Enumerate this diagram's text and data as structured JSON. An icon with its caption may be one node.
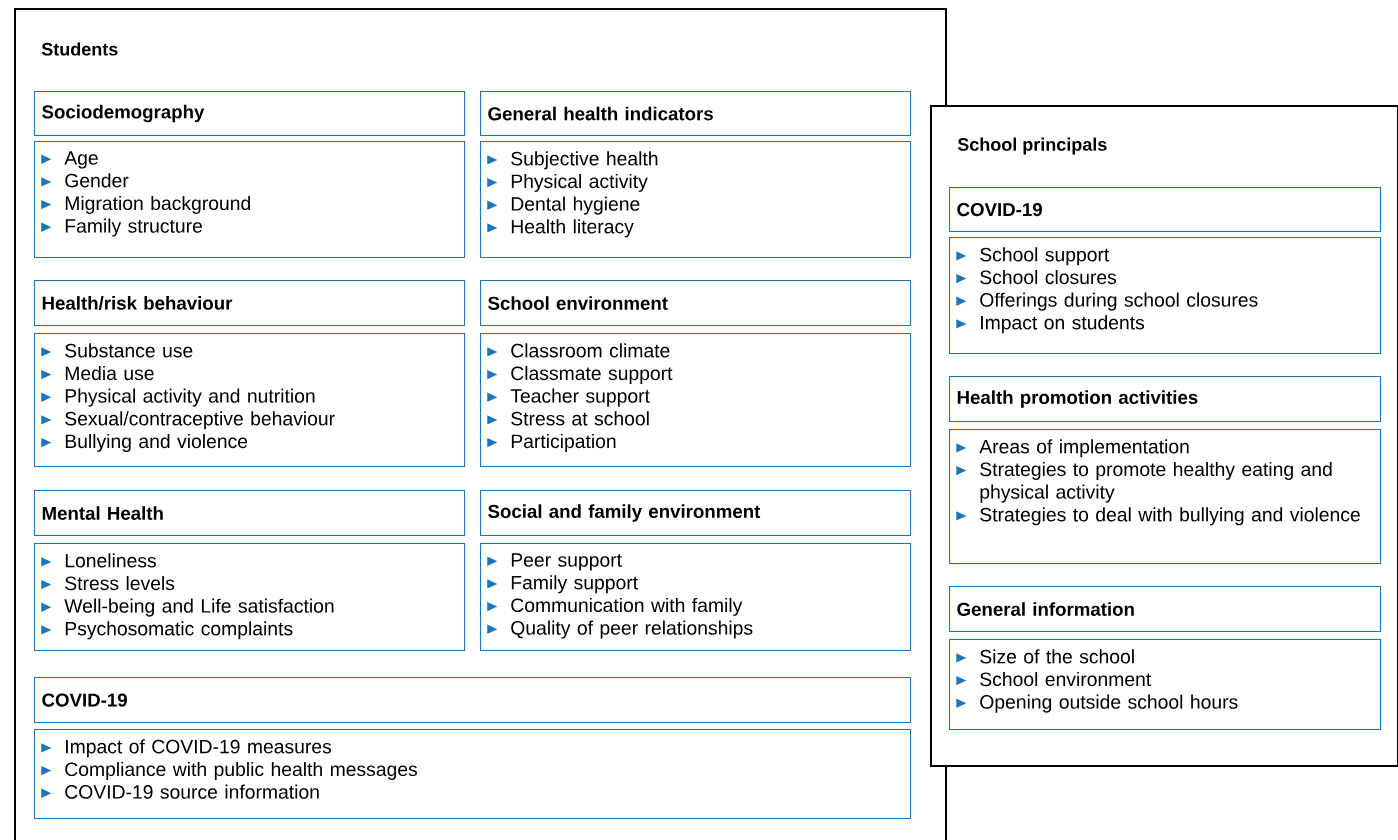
{
  "diagram": {
    "nodes": [
      {
        "text": [
          "Students"
        ]
      },
      {
        "text": [
          "Sociodemography"
        ],
        "in": 0
      },
      {
        "text": [
          "Age",
          "Gender",
          "Migration background",
          "Family structure"
        ],
        "in": 0
      },
      {
        "text": [
          "General health indicators"
        ],
        "in": 0
      },
      {
        "text": [
          "Subjective health",
          "Physical activity",
          "Dental hygiene",
          "Health literacy"
        ],
        "in": 0
      },
      {
        "text": [
          "Health/risk behaviour"
        ],
        "in": 0
      },
      {
        "text": [
          "Substance use",
          "Media use",
          "Physical activity and nutrition",
          "Sexual/contraceptive behaviour",
          "Bullying and violence"
        ],
        "in": 0
      },
      {
        "text": [
          "School environment"
        ],
        "in": 0
      },
      {
        "text": [
          "Classroom climate",
          "Classmate support",
          "Teacher support",
          "Stress at school",
          "Participation"
        ],
        "in": 0
      },
      {
        "text": [
          "Mental Health"
        ],
        "in": 0
      },
      {
        "text": [
          "Loneliness",
          "Stress levels",
          "Well-being and Life satisfaction",
          "Psychosomatic complaints"
        ],
        "in": 0
      },
      {
        "text": [
          "Social and family environment"
        ],
        "in": 0
      },
      {
        "text": [
          "Peer support",
          "Family support",
          "Communication with family",
          "Quality of peer relationships"
        ],
        "in": 0
      },
      {
        "text": [
          "COVID-19"
        ],
        "in": 0
      },
      {
        "text": [
          "Impact of COVID-19 measures",
          "Compliance with public health messages",
          "COVID-19 source information"
        ],
        "in": 0
      },
      {
        "text": [
          "School principals"
        ]
      },
      {
        "text": [
          "COVID-19"
        ],
        "in": 15
      },
      {
        "text": [
          "School support",
          "School closures",
          "Offerings during school closures",
          "Impact on students"
        ],
        "in": 15
      },
      {
        "text": [
          "Health promotion activities"
        ],
        "in": 15
      },
      {
        "text": [
          "Areas of implementation",
          "Strategies to promote healthy eating and physical activity",
          "Strategies to deal with bullying and violence"
        ],
        "in": 15
      },
      {
        "text": [
          "General information"
        ],
        "in": 15
      },
      {
        "text": [
          "Size of the school",
          "School environment",
          "Opening outside school hours"
        ],
        "in": 15
      }
    ]
  }
}
